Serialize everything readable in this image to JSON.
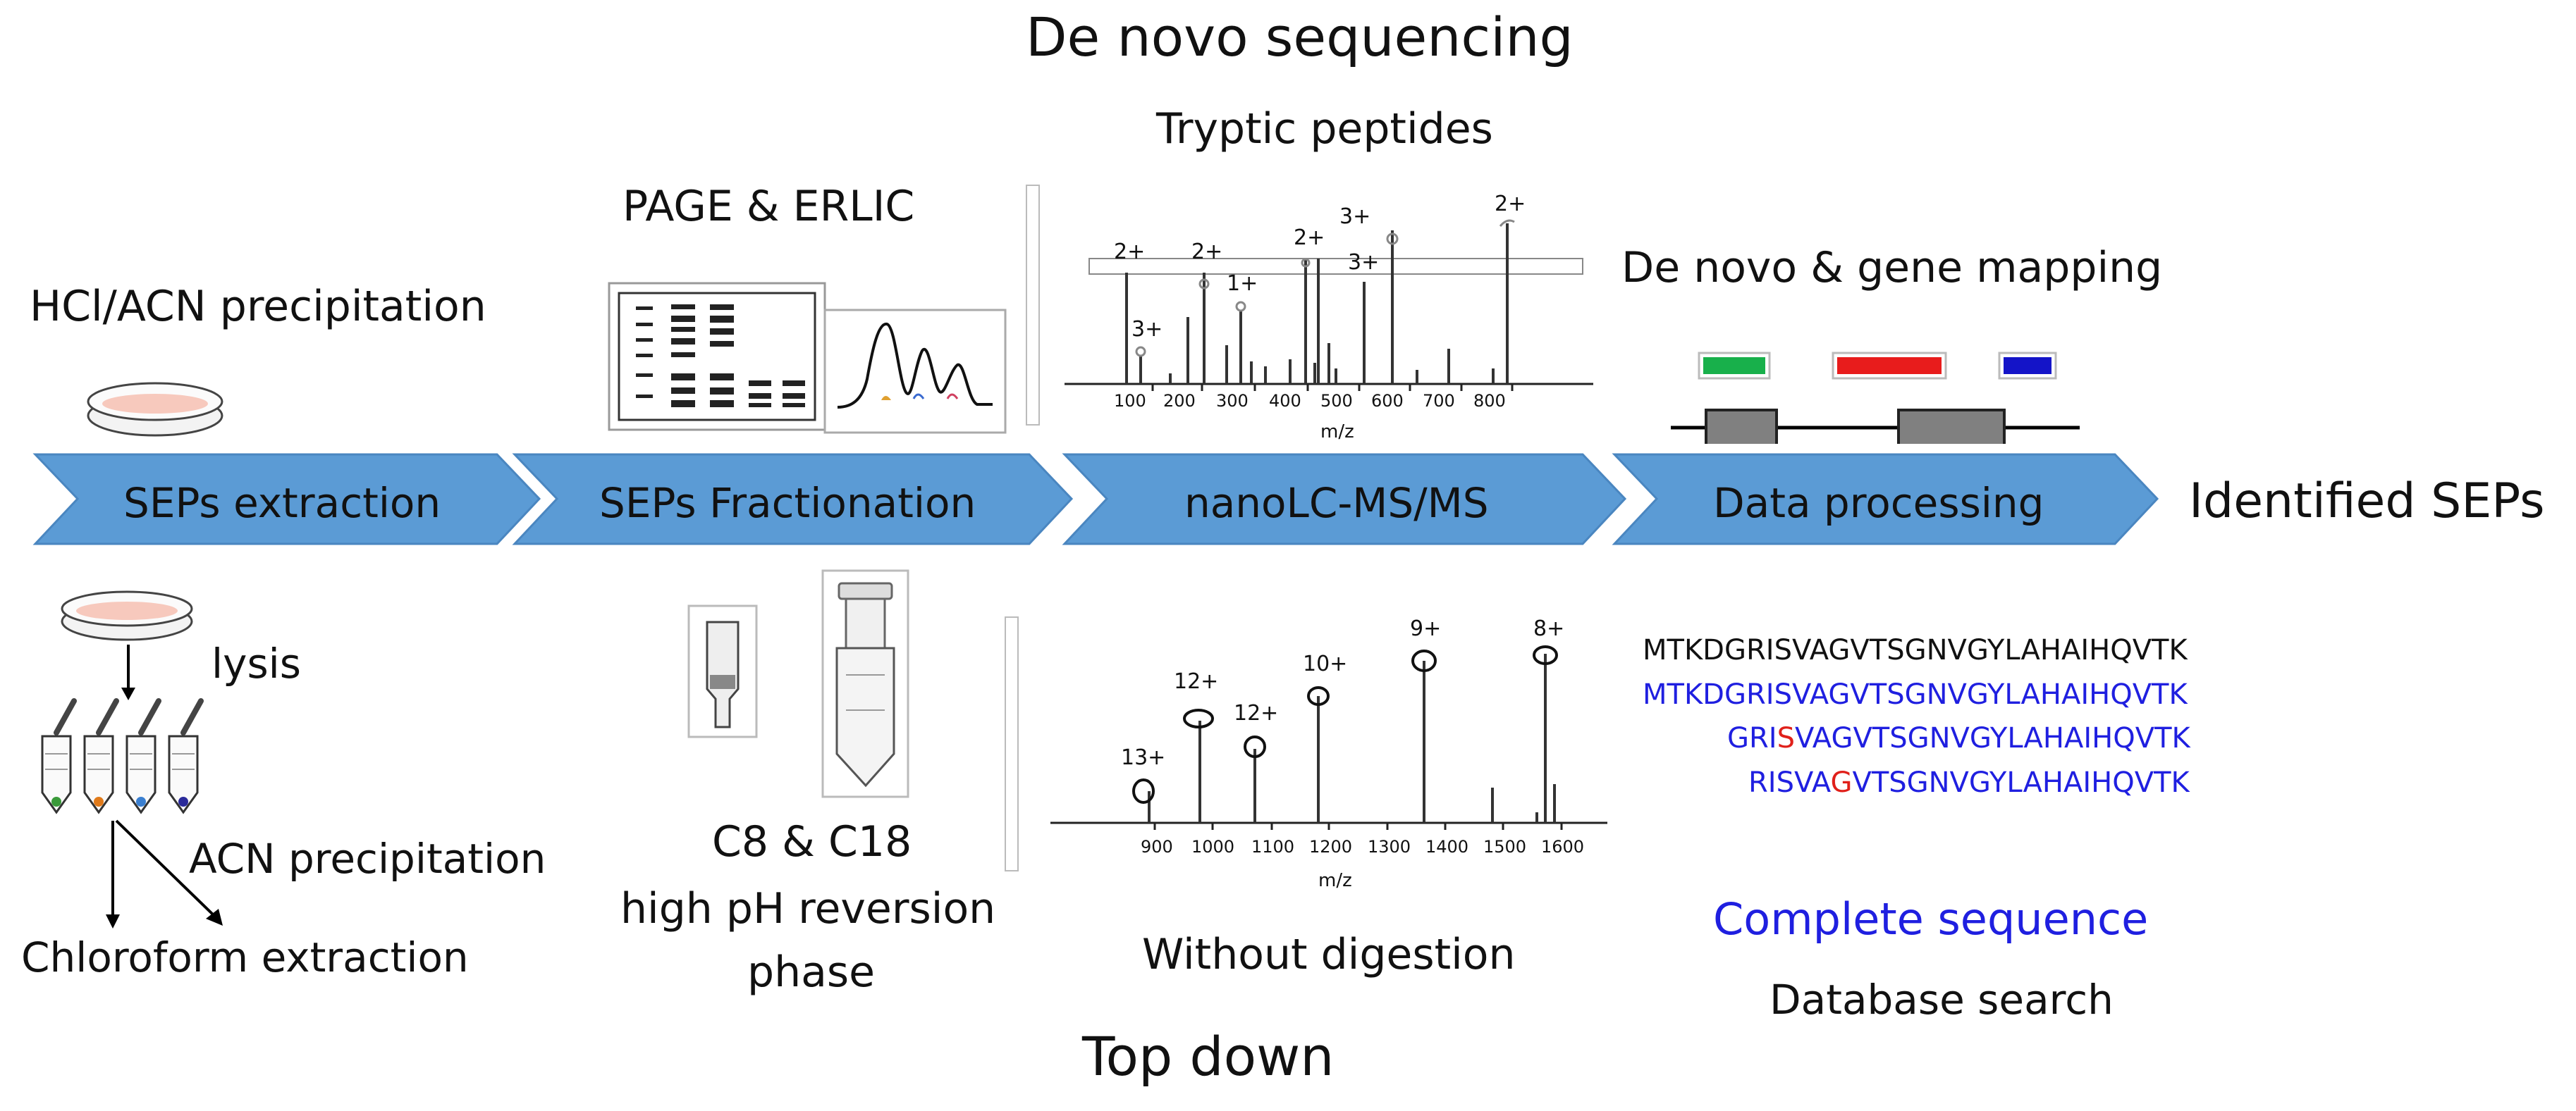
{
  "titles": {
    "top": "De novo sequencing",
    "bottom": "Top down"
  },
  "stages": [
    {
      "label": "SEPs extraction"
    },
    {
      "label": "SEPs Fractionation"
    },
    {
      "label": "nanoLC-MS/MS"
    },
    {
      "label": "Data processing"
    }
  ],
  "output_label": "Identified SEPs",
  "extraction": {
    "top_label": "HCl/ACN precipitation",
    "lysis_label": "lysis",
    "acn_label": "ACN precipitation",
    "chloroform_label": "Chloroform extraction"
  },
  "fractionation": {
    "top_label": "PAGE & ERLIC",
    "bottom_label_1": "C8 & C18",
    "bottom_label_2": "high pH reversion",
    "bottom_label_3": "phase"
  },
  "tryptic_spectrum": {
    "label": "Tryptic peptides",
    "xlabel": "m/z",
    "xticks": [
      "100",
      "200",
      "300",
      "400",
      "500",
      "600",
      "700",
      "800"
    ],
    "peak_labels": [
      "2+",
      "3+",
      "2+",
      "1+",
      "2+",
      "3+",
      "3+",
      "2+"
    ]
  },
  "topdown_spectrum": {
    "label": "Without digestion",
    "xlabel": "m/z",
    "xticks": [
      "900",
      "1000",
      "1100",
      "1200",
      "1300",
      "1400",
      "1500",
      "1600"
    ],
    "peak_labels": [
      "13+",
      "12+",
      "12+",
      "10+",
      "9+",
      "8+"
    ]
  },
  "data_processing": {
    "top_label": "De novo & gene mapping",
    "seq_reference": "MTKDGRISVAGVTSGNVGYLAHAIHQVTK",
    "seq_match_1": "MTKDGRISVAGVTSGNVGYLAHAIHQVTK",
    "seq_match_2_pre": "GRI",
    "seq_match_2_mut": "S",
    "seq_match_2_post": "VAGVTSGNVGYLAHAIHQVTK",
    "seq_match_3_pre": "RISVA",
    "seq_match_3_mut": "G",
    "seq_match_3_post": "VTSGNVGYLAHAIHQVTK",
    "complete_label": "Complete sequence",
    "database_label": "Database search"
  },
  "colors": {
    "arrow_fill": "#5b9bd5",
    "arrow_stroke": "#4a86c0",
    "blue_text": "#1f1fe0",
    "mutation": "#e0201a",
    "exon_green": "#18b04b",
    "exon_red": "#e81c1c",
    "exon_blue": "#1414c8",
    "gene_box": "#808080"
  }
}
